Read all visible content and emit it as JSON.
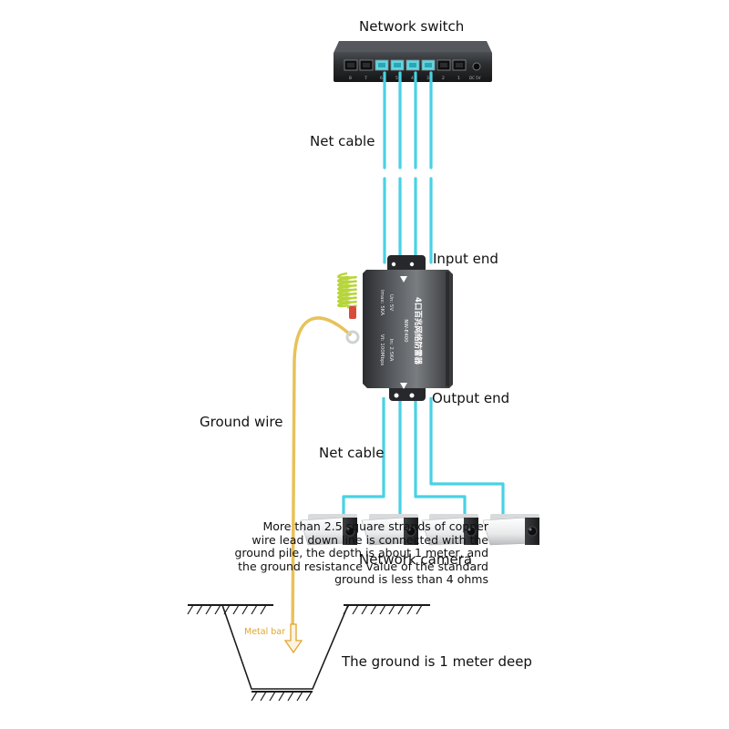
{
  "labels": {
    "network_switch": "Network switch",
    "net_cable_top": "Net cable",
    "input_end": "Input end",
    "output_end": "Output end",
    "ground_wire": "Ground wire",
    "net_cable_bottom": "Net cable",
    "network_camera": "Network camera",
    "ground_depth": "The ground is 1 meter deep",
    "metal_bar": "Metal bar"
  },
  "ground_note": [
    "More than 2.5 square strands of copper",
    "wire lead down line is connected with the",
    "ground pile, the depth is about 1 meter, and",
    "the ground resistance value of the standard",
    "ground is less than 4 ohms"
  ],
  "device": {
    "model_text": "4口百兆网络防雷器",
    "sub_text": "NW-E400",
    "spec_lines": [
      "Un: 5V",
      "Imax: 5KA",
      "In: 2.5KA",
      "Vt: 100Mbps"
    ]
  },
  "switch_panel": {
    "port_numbers": [
      "8",
      "7",
      "6",
      "5",
      "4",
      "3",
      "2",
      "1"
    ],
    "power_label": "DC 5V"
  },
  "colors": {
    "cable": "#48d2e4",
    "ground_wire": "#e8c25a",
    "metal_bar": "#e0a72c",
    "spring": "#b7d53a"
  }
}
